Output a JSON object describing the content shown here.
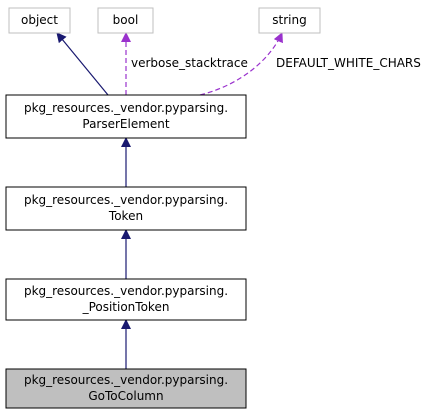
{
  "nodes": {
    "object": {
      "label": "object"
    },
    "bool": {
      "label": "bool"
    },
    "string": {
      "label": "string"
    },
    "parser_element": {
      "line1": "pkg_resources._vendor.pyparsing.",
      "line2": "ParserElement"
    },
    "token": {
      "line1": "pkg_resources._vendor.pyparsing.",
      "line2": "Token"
    },
    "position_token": {
      "line1": "pkg_resources._vendor.pyparsing.",
      "line2": "_PositionToken"
    },
    "goto_column": {
      "line1": "pkg_resources._vendor.pyparsing.",
      "line2": "GoToColumn"
    }
  },
  "edges": {
    "verbose_stacktrace": "verbose_stacktrace",
    "default_white_chars": "DEFAULT_WHITE_CHARS"
  },
  "colors": {
    "inheritance_edge": "#191970",
    "member_edge": "#9a32cd",
    "highlight_fill": "#bfbfbf",
    "external_border": "#bfbfbf"
  }
}
